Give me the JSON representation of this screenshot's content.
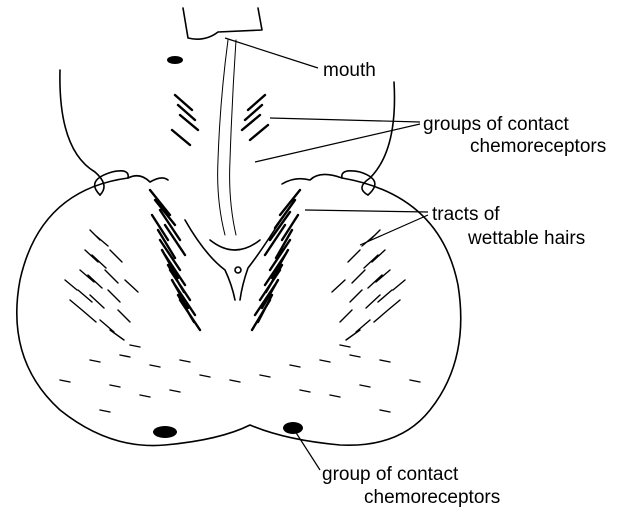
{
  "labels": {
    "mouth": "mouth",
    "groups_line1": "groups of contact",
    "groups_line2": "chemoreceptors",
    "tracts_line1": "tracts of",
    "tracts_line2": "wettable hairs",
    "group_line1": "group of contact",
    "group_line2": "chemoreceptors"
  }
}
